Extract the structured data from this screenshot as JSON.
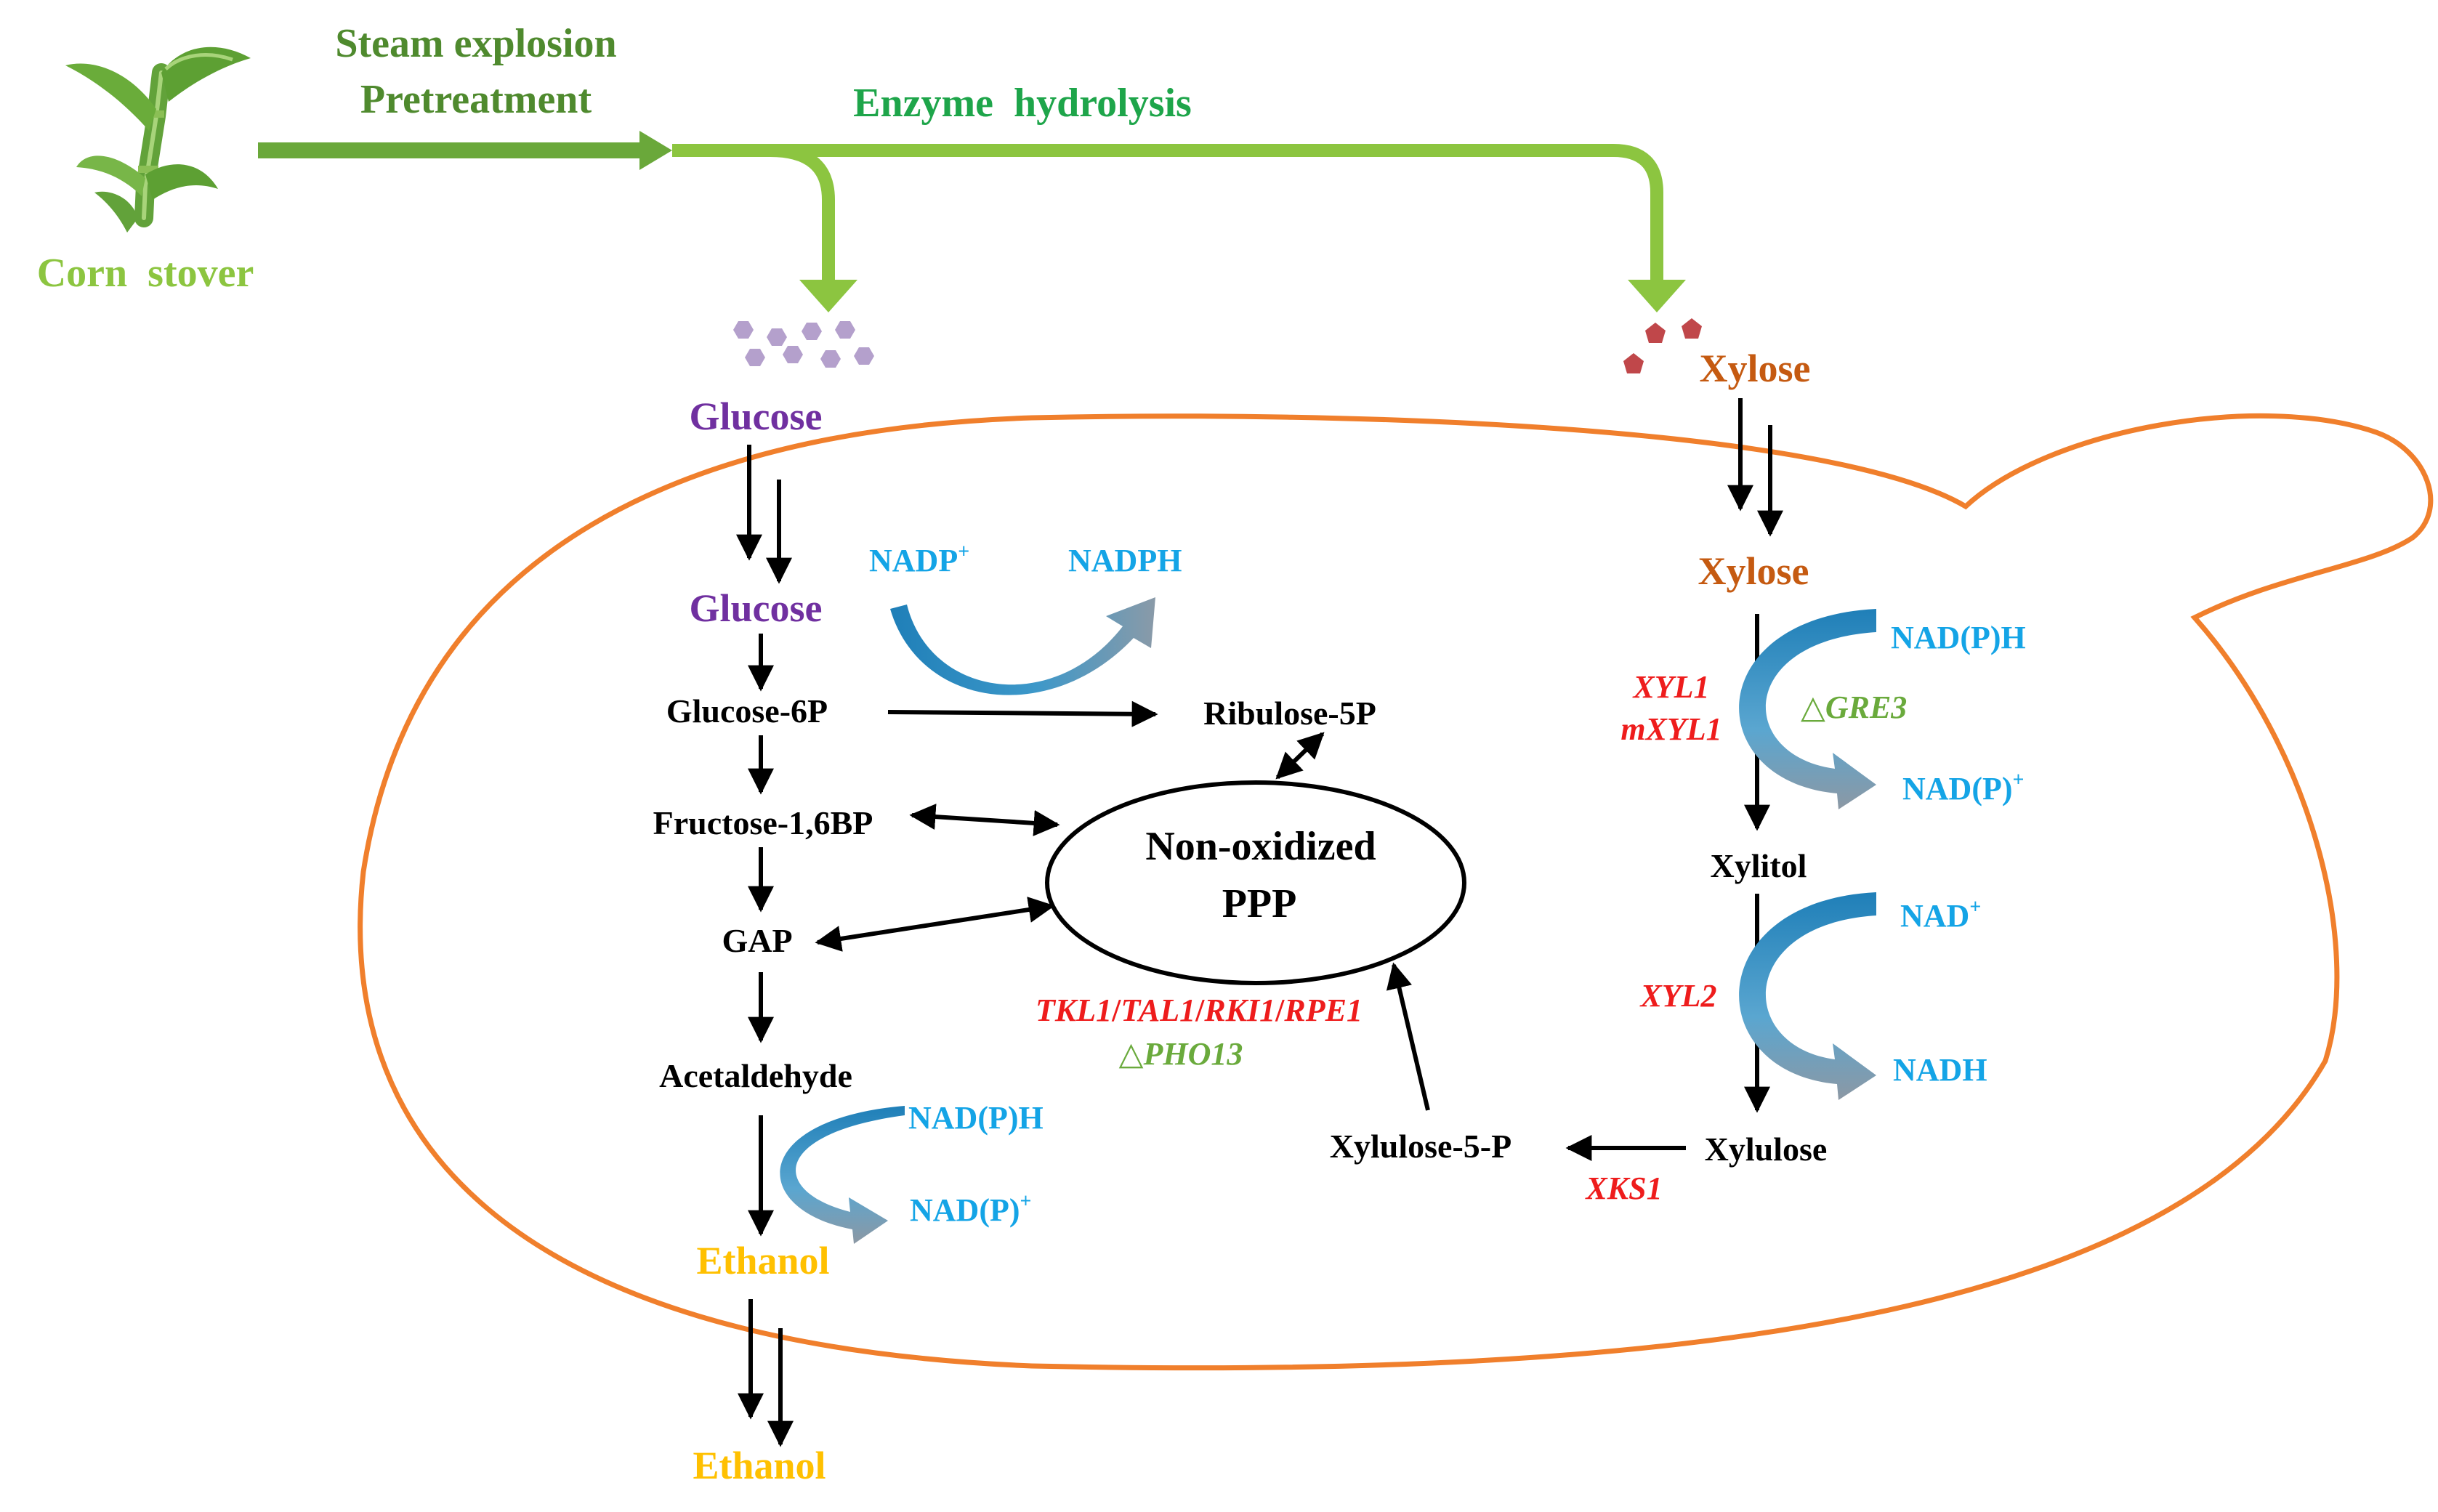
{
  "colors": {
    "membrane": "#f07f2c",
    "stem_arrow": "#6aa83a",
    "hydrolysis_arrow": "#8cc540",
    "corn_label": "#8cc540",
    "process_label": "#4f8a2e",
    "glucose": "#7030a0",
    "xylose": "#c55a11",
    "ethanol": "#ffc000",
    "cofactor": "#14a4e6",
    "gene": "#ee1c1c",
    "deletion": "#6aaa3c",
    "glucose_dots": "#b4a0cc",
    "xylose_dots": "#c0474a"
  },
  "icons": [
    "corn-plant-icon",
    "glucose-molecules-icon",
    "xylose-molecules-icon"
  ],
  "labels": {
    "corn_stover": "Corn  stover",
    "steam_explosion": "Steam explosion",
    "pretreatment": "Pretreatment",
    "enzyme_hydrolysis": "Enzyme  hydrolysis",
    "glucose_ext": "Glucose",
    "glucose_int": "Glucose",
    "glucose_6p": "Glucose-6P",
    "ribulose_5p": "Ribulose-5P",
    "fructose_16bp": "Fructose-1,6BP",
    "gap": "GAP",
    "acetaldehyde": "Acetaldehyde",
    "ethanol_int": "Ethanol",
    "ethanol_ext": "Ethanol",
    "nadp_plus": "NADP",
    "nadph": "NADPH",
    "ppp_line1": "Non-oxidized",
    "ppp_line2": "PPP",
    "tkl": "TKL1",
    "tal": "TAL1",
    "rki": "RKI1",
    "rpe": "RPE1",
    "slash": "/",
    "pho13": "△PHO13",
    "nadph_acet": "NAD(P)H",
    "nadp_acet": "NAD(P)",
    "xylose_ext": "Xylose",
    "xylose_int": "Xylose",
    "xyl1": "XYL1",
    "mxyl1": "mXYL1",
    "nadph_xyl": "NAD(P)H",
    "gre3": "△GRE3",
    "nadp_xyl": "NAD(P)",
    "xylitol": "Xylitol",
    "nad_plus": "NAD",
    "xyl2": "XYL2",
    "nadh": "NADH",
    "xylulose": "Xylulose",
    "xylulose_5p": "Xylulose-5-P",
    "xks1": "XKS1",
    "plus": "+"
  }
}
